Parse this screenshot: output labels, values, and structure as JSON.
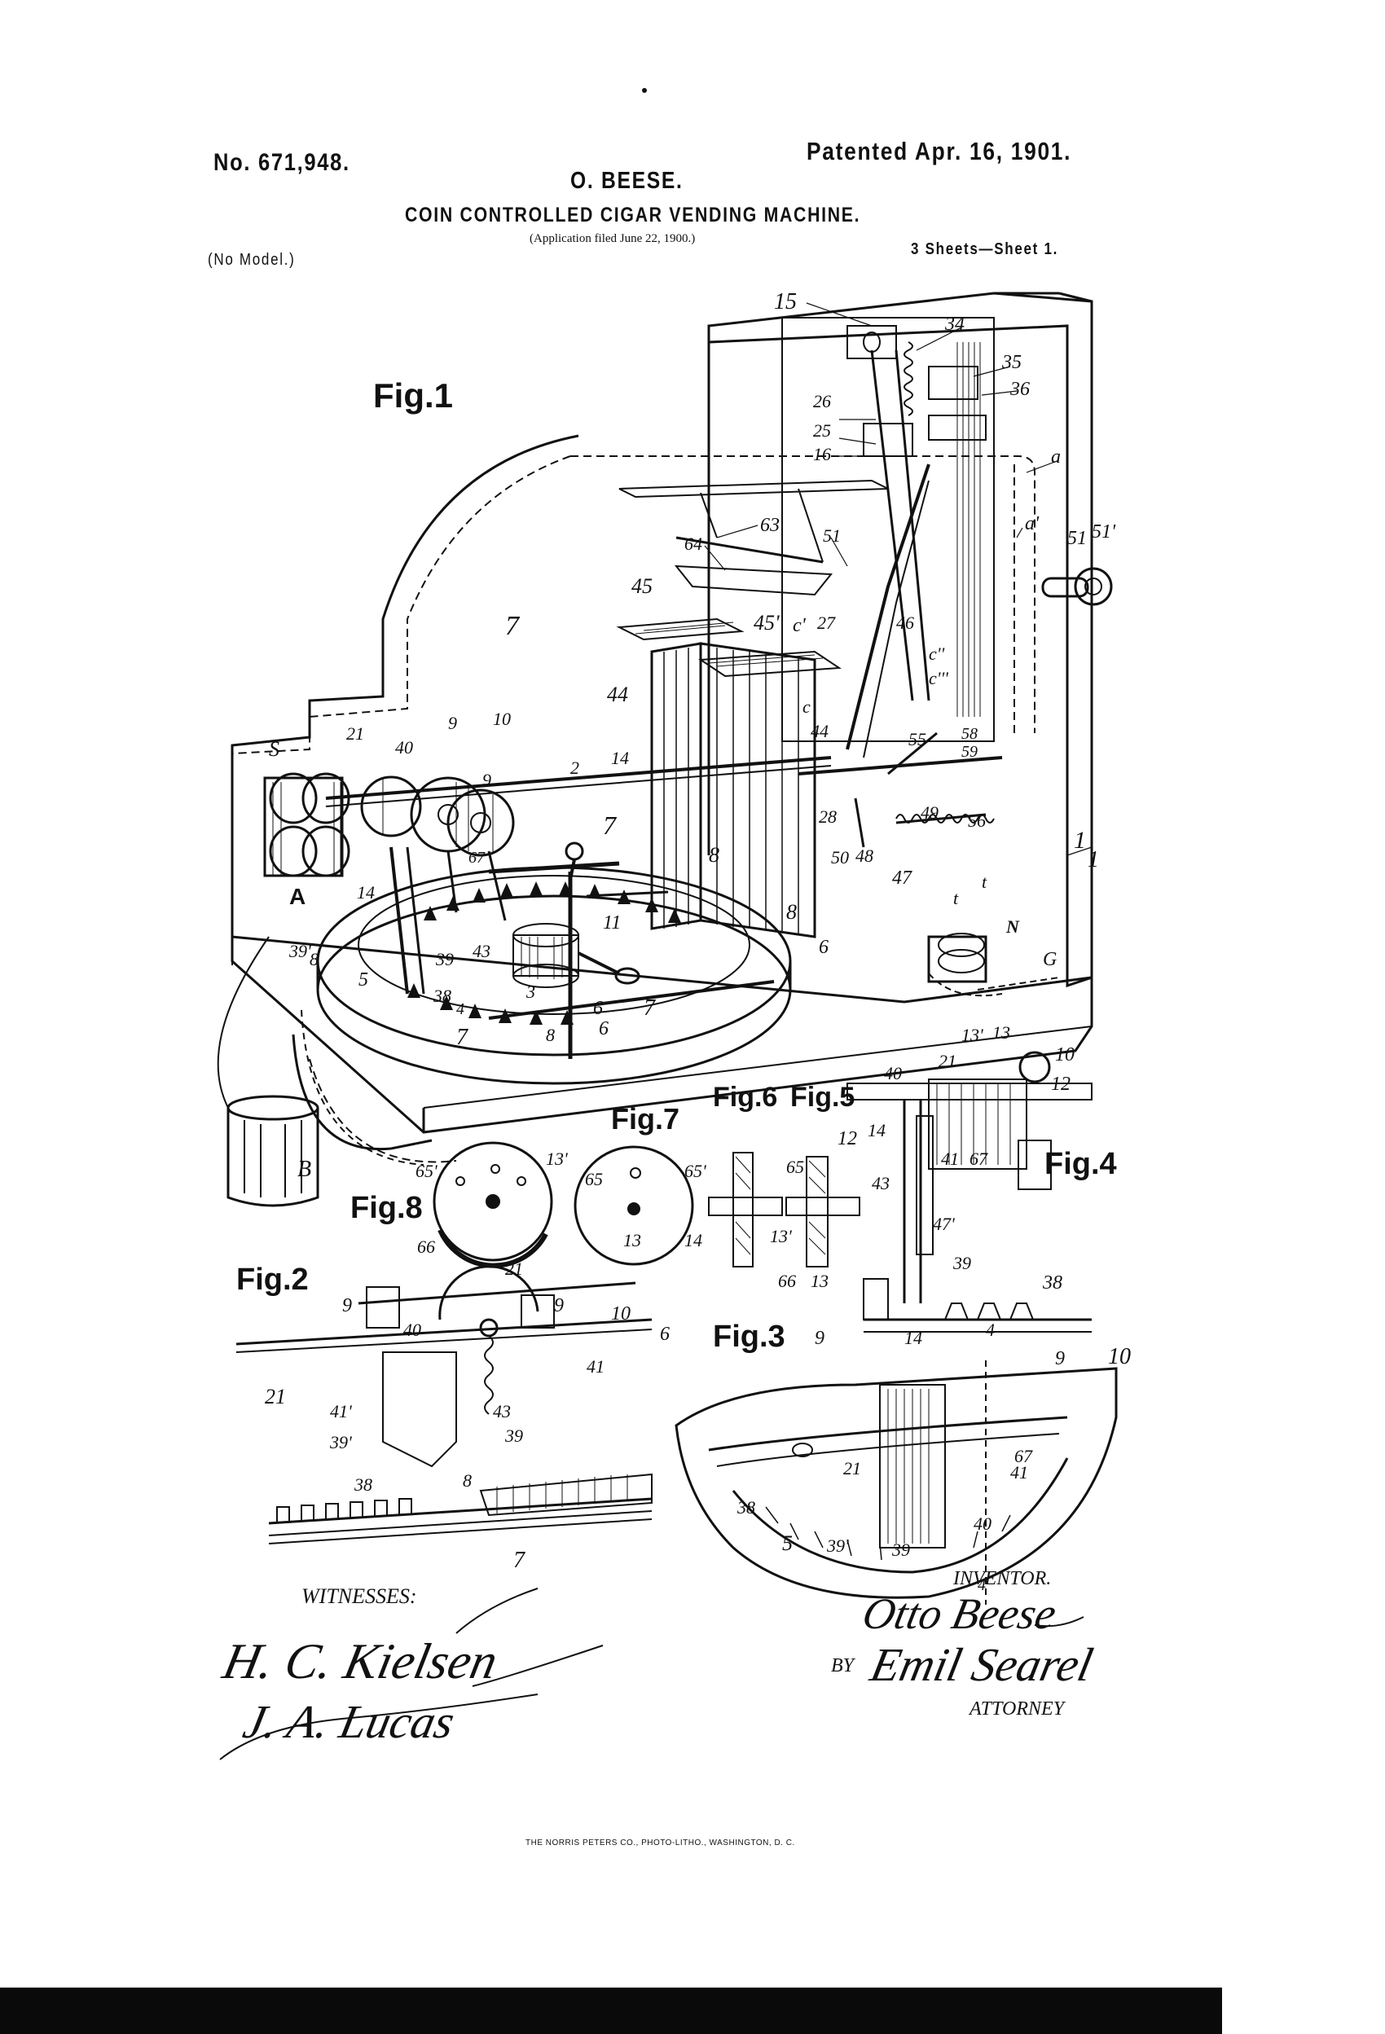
{
  "header": {
    "patent_number": "No. 671,948.",
    "patented_date": "Patented Apr. 16, 1901.",
    "inventor_name": "O. BEESE.",
    "title": "COIN CONTROLLED CIGAR VENDING MACHINE.",
    "application_filed": "(Application filed June 22, 1900.)",
    "model_note": "(No Model.)",
    "sheets": "3 Sheets—Sheet 1."
  },
  "figures": {
    "fig1": "Fig.1",
    "fig2": "Fig.2",
    "fig3": "Fig.3",
    "fig4": "Fig.4",
    "fig5": "Fig.5",
    "fig6": "Fig.6",
    "fig7": "Fig.7",
    "fig8": "Fig.8"
  },
  "reference_numerals": {
    "fig1": [
      "15",
      "34",
      "35",
      "36",
      "26",
      "25",
      "16",
      "a",
      "a'",
      "63",
      "64",
      "51",
      "51",
      "51'",
      "45",
      "45'",
      "c'",
      "27",
      "46",
      "c''",
      "c'''",
      "c",
      "44",
      "44",
      "1",
      "7",
      "7",
      "S",
      "21",
      "9",
      "10",
      "40",
      "9",
      "2",
      "14",
      "55",
      "58",
      "59",
      "28",
      "50",
      "48",
      "49",
      "56",
      "47",
      "8",
      "8",
      "6",
      "6",
      "t",
      "t",
      "N",
      "G",
      "1",
      "A",
      "14",
      "67",
      "11",
      "39'",
      "39",
      "5",
      "43",
      "3",
      "38",
      "4",
      "8",
      "6",
      "7",
      "7",
      "8",
      "B"
    ],
    "fig2": [
      "9",
      "40",
      "21",
      "9",
      "10",
      "6",
      "21",
      "41",
      "41'",
      "43",
      "39'",
      "39",
      "38",
      "8",
      "7"
    ],
    "fig3": [
      "9",
      "14",
      "4",
      "9",
      "10",
      "21",
      "67",
      "38",
      "41",
      "5",
      "39'",
      "39",
      "40",
      "4"
    ],
    "fig4": [
      "13'",
      "13",
      "10",
      "40",
      "21",
      "12",
      "14",
      "41",
      "67",
      "43",
      "47'",
      "39",
      "38"
    ],
    "fig5": [
      "12",
      "65",
      "13'",
      "13"
    ],
    "fig6": [
      "65'",
      "14",
      "66"
    ],
    "fig7": [
      "65",
      "13"
    ],
    "fig8": [
      "65'",
      "13'",
      "66"
    ]
  },
  "signatures": {
    "witnesses_label": "WITNESSES:",
    "inventor_label": "INVENTOR.",
    "by_label": "BY",
    "attorney_label": "ATTORNEY",
    "witness_1": "H. C. Kielsen",
    "witness_2": "J. A. Lucas",
    "inventor_signature": "Otto Beese",
    "attorney_signature": "Emil Searel"
  },
  "footer": {
    "printer": "THE NORRIS PETERS CO., PHOTO-LITHO., WASHINGTON, D. C."
  }
}
